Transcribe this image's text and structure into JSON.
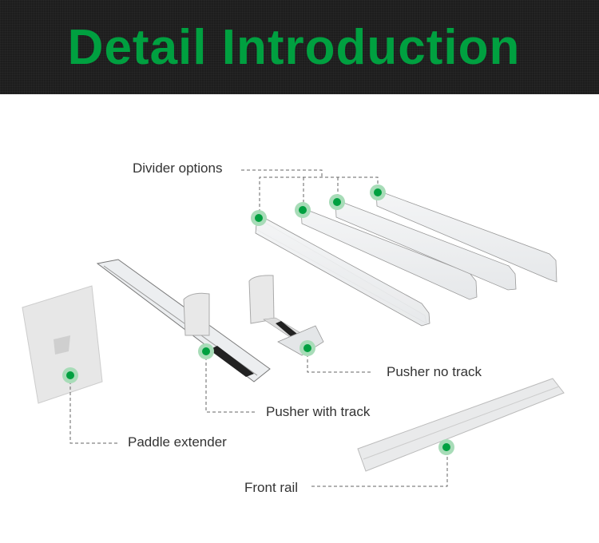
{
  "header": {
    "title": "Detail Introduction"
  },
  "labels": {
    "divider_options": "Divider options",
    "pusher_no_track": "Pusher no track",
    "pusher_with_track": "Pusher with track",
    "paddle_extender": "Paddle extender",
    "front_rail": "Front rail"
  },
  "colors": {
    "accent": "#00a040",
    "header_bg": "#1d1d1d",
    "marker": "#00a040",
    "marker_halo": "#a8dcb8"
  }
}
